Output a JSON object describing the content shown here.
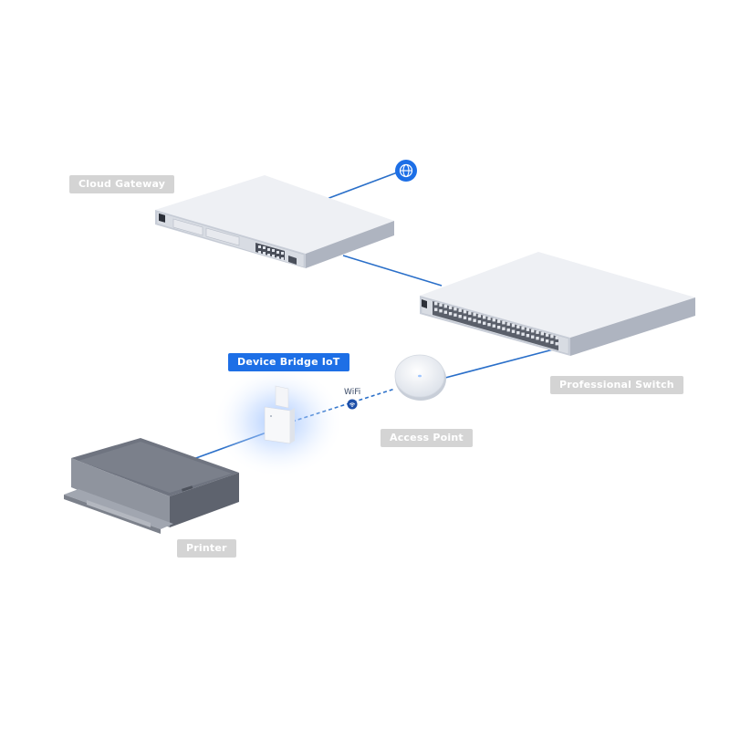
{
  "devices": {
    "cloud_gateway": {
      "label": "Cloud Gateway"
    },
    "professional_switch": {
      "label": "Professional Switch"
    },
    "access_point": {
      "label": "Access Point"
    },
    "device_bridge": {
      "label": "Device Bridge IoT"
    },
    "printer": {
      "label": "Printer"
    }
  },
  "links": {
    "wireless_label": "WiFi"
  },
  "colors": {
    "accent": "#1d6fe6",
    "label_bg": "#d4d4d4",
    "cable": "#2a6fc9",
    "glow": "#8ab6ff"
  },
  "icons": {
    "internet": "globe-icon",
    "wifi": "wifi-icon"
  }
}
